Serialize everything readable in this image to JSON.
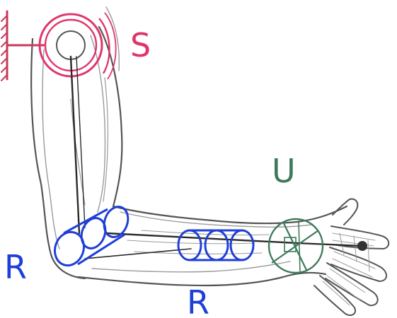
{
  "labels": {
    "shoulder": "S",
    "universal": "U",
    "elbow_revolute": "R",
    "forearm_revolute": "R"
  },
  "colors": {
    "background": "#ffffff",
    "pencil": "#555555",
    "pencil_light": "#9a9a9a",
    "link": "#2a2a2a",
    "shoulder_joint": "#e0356b",
    "shoulder_ground": "#c63a5c",
    "revolute_joint": "#1f3fd6",
    "universal_joint": "#3d7a5a",
    "end_effector": "#333333"
  }
}
